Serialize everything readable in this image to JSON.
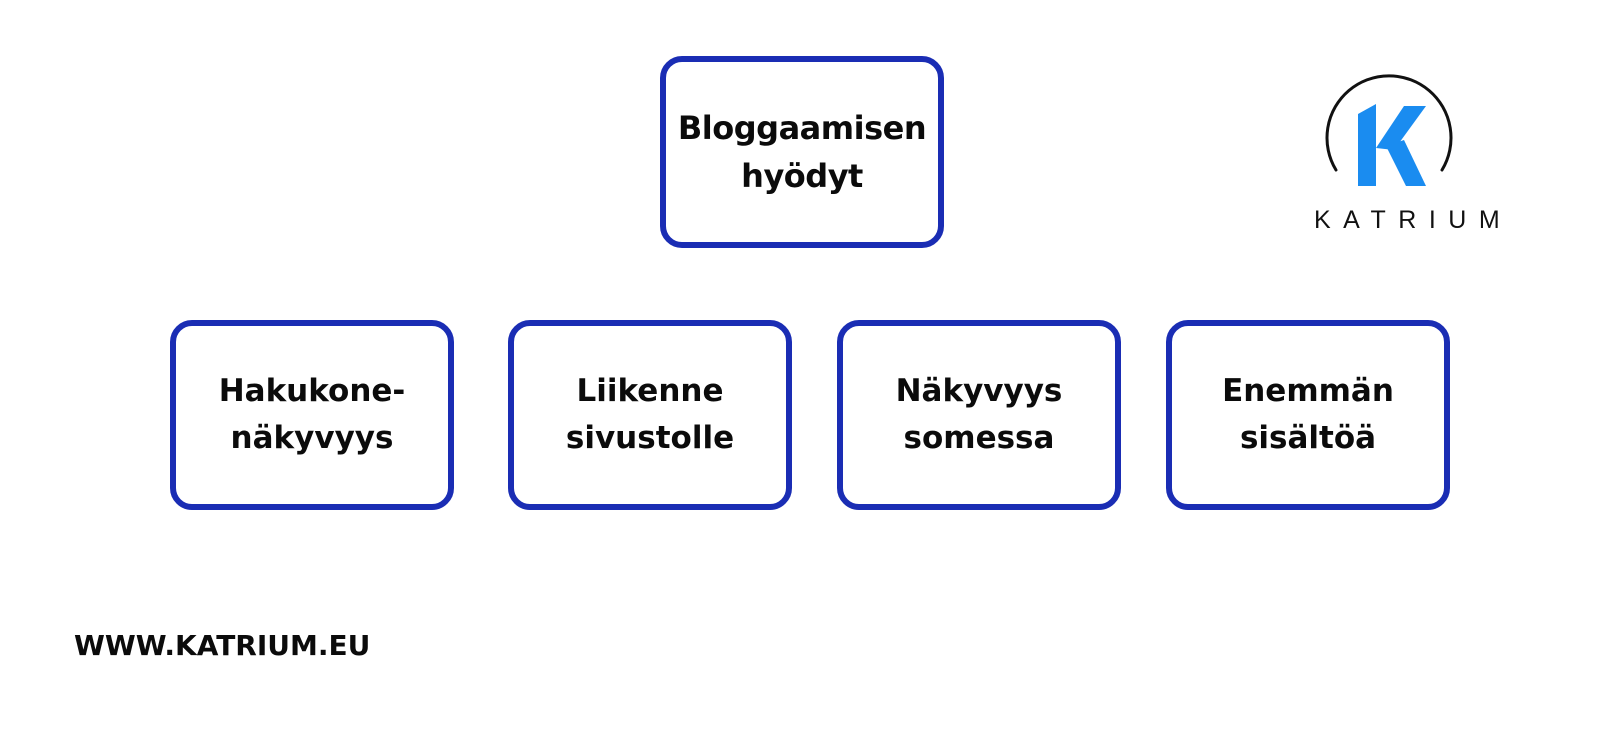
{
  "colors": {
    "box_border": "#1a2db4",
    "text": "#0b0b0b",
    "logo_accent": "#1a8cf0",
    "background": "#ffffff"
  },
  "root": {
    "lines": [
      "Bloggaamisen",
      "hyödyt"
    ]
  },
  "children": [
    {
      "lines": [
        "Hakukone-",
        "näkyvyys"
      ]
    },
    {
      "lines": [
        "Liikenne",
        "sivustolle"
      ]
    },
    {
      "lines": [
        "Näkyvyys",
        "somessa"
      ]
    },
    {
      "lines": [
        "Enemmän",
        "sisältöä"
      ]
    }
  ],
  "footer": {
    "website": "WWW.KATRIUM.EU"
  },
  "logo": {
    "wordmark": "KATRIUM",
    "monogram": "K",
    "icon": "katrium-k-circle-logo"
  }
}
